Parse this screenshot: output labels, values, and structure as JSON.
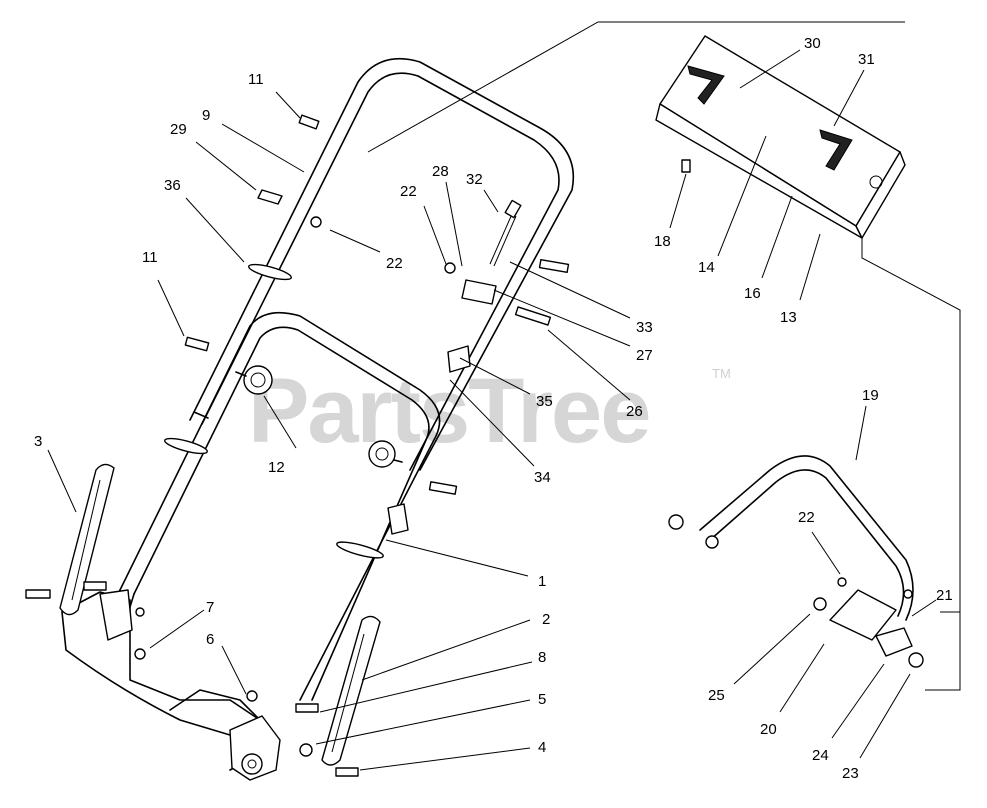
{
  "watermark": {
    "text": "PartsTree",
    "trademark": "TM"
  },
  "labels": {
    "p1": "1",
    "p2": "2",
    "p3": "3",
    "p4": "4",
    "p5": "5",
    "p6": "6",
    "p7": "7",
    "p8": "8",
    "p9": "9",
    "p11a": "11",
    "p11b": "11",
    "p12": "12",
    "p13": "13",
    "p14": "14",
    "p16": "16",
    "p18": "18",
    "p19": "19",
    "p20": "20",
    "p21": "21",
    "p22a": "22",
    "p22b": "22",
    "p22c": "22",
    "p23": "23",
    "p24": "24",
    "p25": "25",
    "p26": "26",
    "p27": "27",
    "p28": "28",
    "p29": "29",
    "p30": "30",
    "p31": "31",
    "p32": "32",
    "p33": "33",
    "p34": "34",
    "p35": "35",
    "p36": "36"
  }
}
